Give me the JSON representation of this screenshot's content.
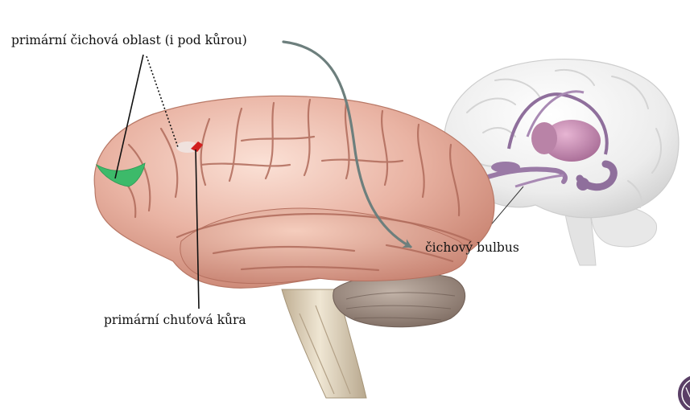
{
  "labels": {
    "olfactory_area": "primární čichová oblast (i pod kůrou)",
    "gustatory_cortex": "primární chuťová kůra",
    "olfactory_bulb": "čichový bulbus"
  },
  "colors": {
    "brain_pink": "#e9b3a3",
    "cerebellum": "#9c8a80",
    "brainstem": "#d9cdb8",
    "olfactory_area_green": "#3dba6a",
    "gustatory_red": "#d21f1f",
    "arrow_gray": "#6d7f7d",
    "transparent_brain": "#eeeeee",
    "limbic_purple": "#9a7aa6"
  },
  "icons": {
    "corner": "logo-seal-icon"
  }
}
